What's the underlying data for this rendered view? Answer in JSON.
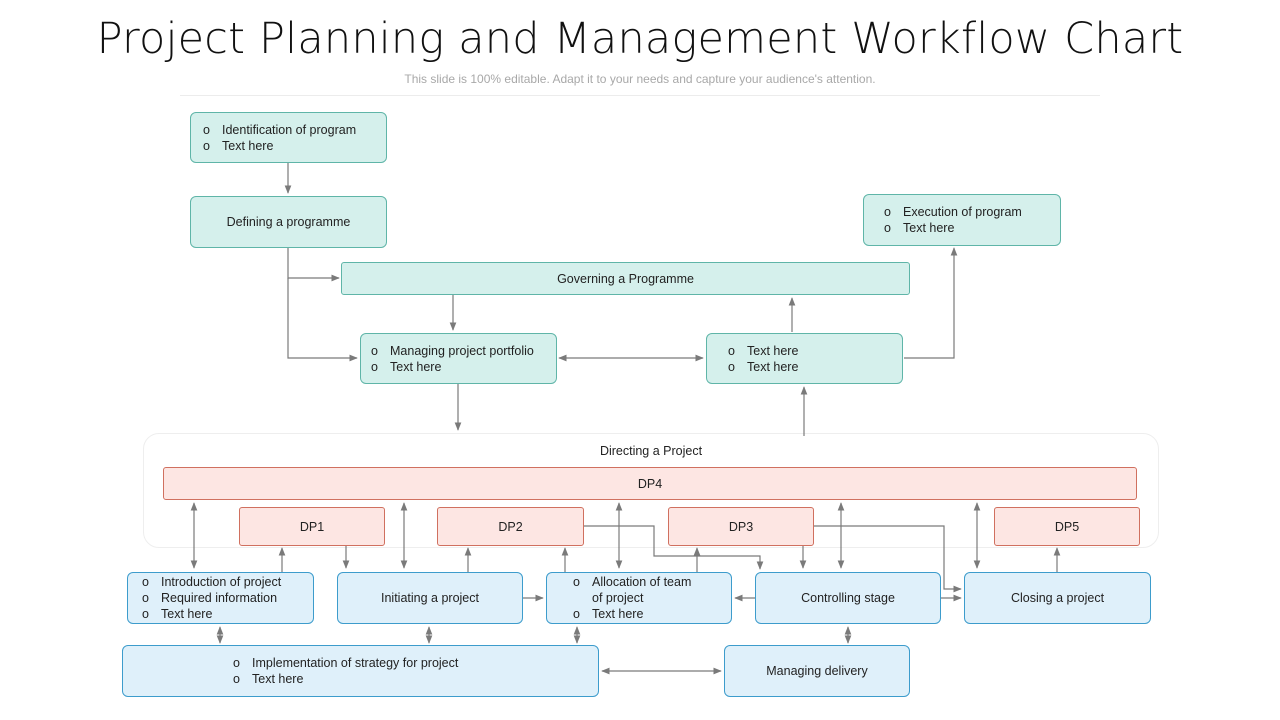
{
  "header": {
    "title": "Project Planning and Management Workflow Chart",
    "subtitle": "This slide is 100% editable. Adapt it to your needs and capture your audience's attention."
  },
  "bullet_glyph": "o",
  "colors": {
    "teal_fill": "#d5f0ec",
    "teal_border": "#5fb5a8",
    "blue_fill": "#dff0fa",
    "blue_border": "#3d9ccc",
    "red_fill": "#fde6e3",
    "red_border": "#d0705f",
    "connector": "#7a7a7a"
  },
  "program_level": {
    "identification": [
      "Identification of program",
      "Text here"
    ],
    "defining": "Defining a programme",
    "governing": "Governing  a Programme",
    "execution": [
      "Execution of program",
      "Text here"
    ],
    "portfolio": [
      "Managing project portfolio",
      "Text here"
    ],
    "text_box": [
      "Text here",
      "Text here"
    ]
  },
  "directing": {
    "label": "Directing a Project",
    "dp4": "DP4",
    "dp1": "DP1",
    "dp2": "DP2",
    "dp3": "DP3",
    "dp5": "DP5"
  },
  "project_level": {
    "introduction": [
      "Introduction of project",
      "Required information",
      "Text here"
    ],
    "initiating": "Initiating a project",
    "allocation": [
      "Allocation of team",
      "of project",
      "Text here"
    ],
    "controlling": "Controlling stage",
    "closing": "Closing a project",
    "implementation": [
      "Implementation of strategy for project",
      "Text here"
    ],
    "delivery": "Managing delivery"
  }
}
